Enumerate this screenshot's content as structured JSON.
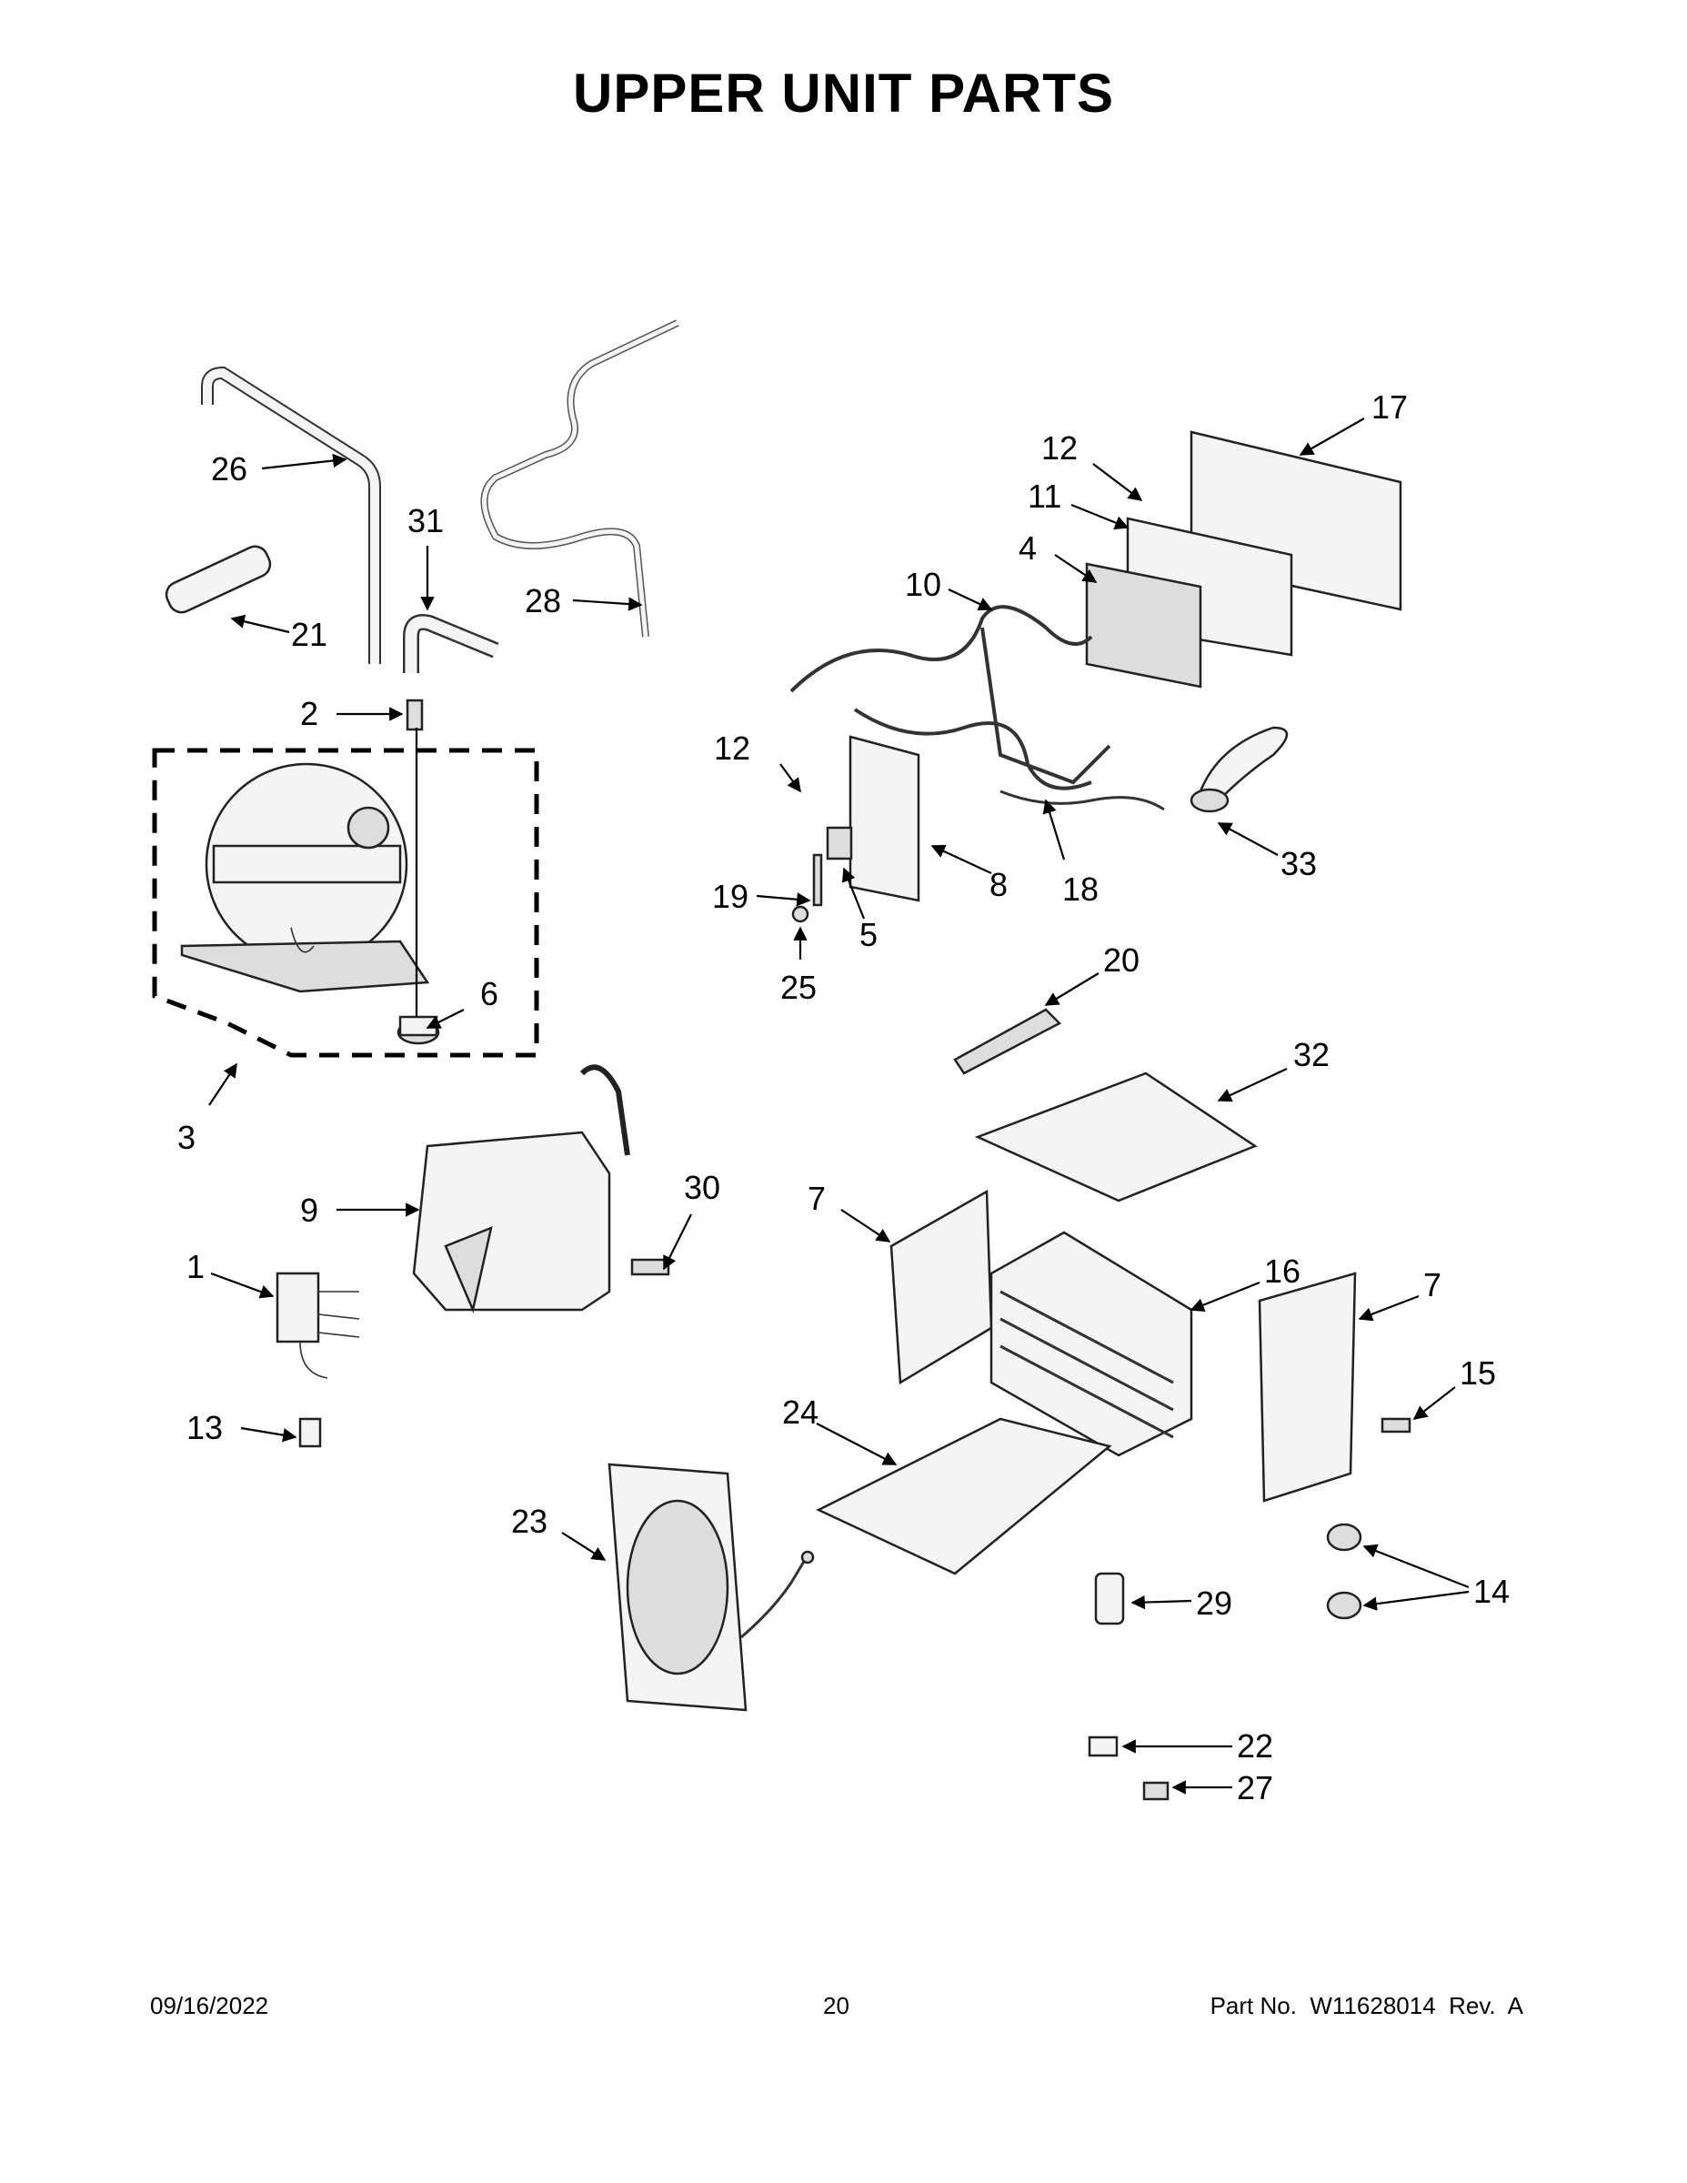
{
  "page": {
    "title": "UPPER UNIT PARTS",
    "footer_date": "09/16/2022",
    "footer_page": "20",
    "footer_part": "Part No.  W11628014  Rev.  A"
  },
  "callouts": [
    {
      "id": "c26",
      "label": "26"
    },
    {
      "id": "c31",
      "label": "31"
    },
    {
      "id": "c28",
      "label": "28"
    },
    {
      "id": "c21",
      "label": "21"
    },
    {
      "id": "c2",
      "label": "2"
    },
    {
      "id": "c6",
      "label": "6"
    },
    {
      "id": "c3",
      "label": "3"
    },
    {
      "id": "c9",
      "label": "9"
    },
    {
      "id": "c30",
      "label": "30"
    },
    {
      "id": "c1",
      "label": "1"
    },
    {
      "id": "c13",
      "label": "13"
    },
    {
      "id": "c23",
      "label": "23"
    },
    {
      "id": "c17",
      "label": "17"
    },
    {
      "id": "c12a",
      "label": "12"
    },
    {
      "id": "c11",
      "label": "11"
    },
    {
      "id": "c4",
      "label": "4"
    },
    {
      "id": "c10",
      "label": "10"
    },
    {
      "id": "c12b",
      "label": "12"
    },
    {
      "id": "c8",
      "label": "8"
    },
    {
      "id": "c18",
      "label": "18"
    },
    {
      "id": "c33",
      "label": "33"
    },
    {
      "id": "c19",
      "label": "19"
    },
    {
      "id": "c5",
      "label": "5"
    },
    {
      "id": "c25",
      "label": "25"
    },
    {
      "id": "c20",
      "label": "20"
    },
    {
      "id": "c32",
      "label": "32"
    },
    {
      "id": "c7a",
      "label": "7"
    },
    {
      "id": "c16",
      "label": "16"
    },
    {
      "id": "c7b",
      "label": "7"
    },
    {
      "id": "c15",
      "label": "15"
    },
    {
      "id": "c24",
      "label": "24"
    },
    {
      "id": "c14",
      "label": "14"
    },
    {
      "id": "c29",
      "label": "29"
    },
    {
      "id": "c22",
      "label": "22"
    },
    {
      "id": "c27",
      "label": "27"
    }
  ]
}
